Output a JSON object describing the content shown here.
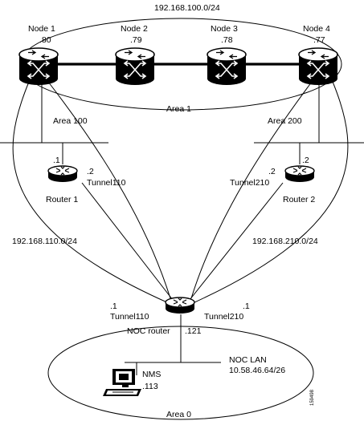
{
  "labels": {
    "net_top": "192.168.100.0/24",
    "node1_name": "Node 1",
    "node1_ip": ".80",
    "node2_name": "Node 2",
    "node2_ip": ".79",
    "node3_name": "Node 3",
    "node3_ip": ".78",
    "node4_name": "Node 4",
    "node4_ip": ".77",
    "area1": "Area 1",
    "area100": "Area 100",
    "area200": "Area 200",
    "r1_left_ip": ".1",
    "r1_right_ip": ".2",
    "tunnel110_r1": "Tunnel110",
    "router1": "Router 1",
    "r2_left_ip": ".2",
    "r2_right_ip": ".2",
    "tunnel210_r2": "Tunnel210",
    "router2": "Router 2",
    "net_110": "192.168.110.0/24",
    "net_210": "192.168.210.0/24",
    "noc_left_ip": ".1",
    "noc_tunnel110": "Tunnel110",
    "noc_right_ip": ".1",
    "noc_tunnel210": "Tunnel210",
    "noc_router": "NOC router",
    "noc_router_ip": ".121",
    "noc_lan": "NOC LAN",
    "noc_lan_net": "10.58.46.64/26",
    "nms": "NMS",
    "nms_ip": ".113",
    "area0": "Area 0",
    "figure_id": "159498"
  }
}
